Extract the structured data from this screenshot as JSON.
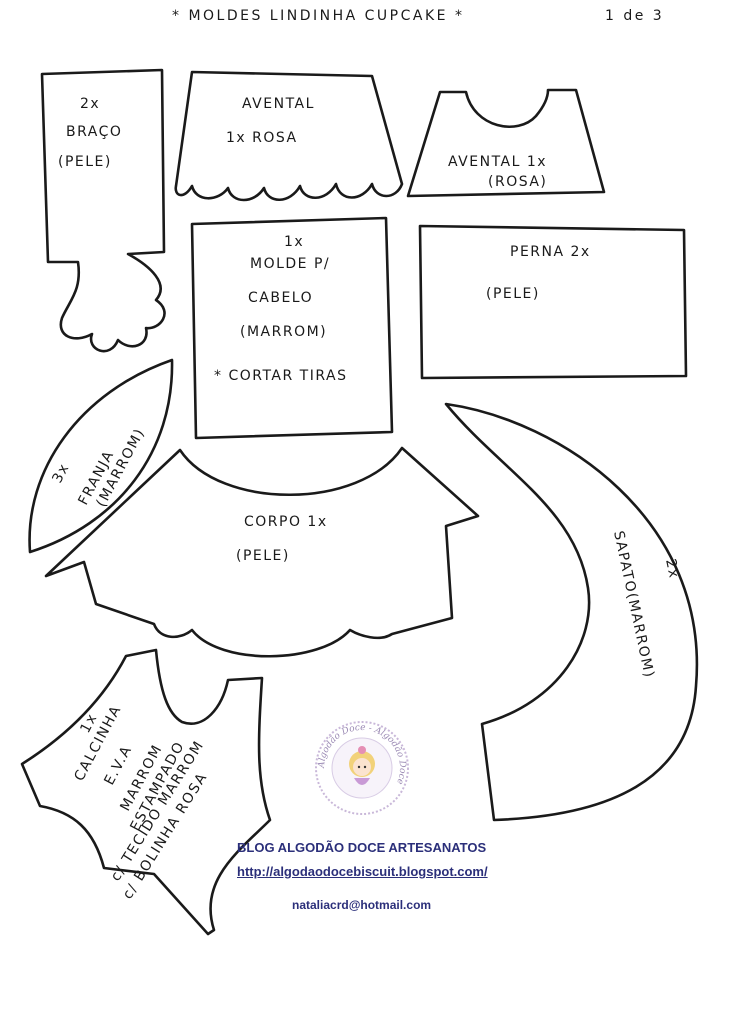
{
  "header": {
    "title": "* MOLDES LINDINHA CUPCAKE *",
    "page": "1 de 3"
  },
  "pieces": {
    "braco": {
      "qty": "2x",
      "name": "BRAÇO",
      "color": "(PELE)"
    },
    "avental_saia": {
      "line1": "AVENTAL",
      "line2": "1x ROSA"
    },
    "avental_peito": {
      "line1": "AVENTAL 1x",
      "line2": "(ROSA)"
    },
    "cabelo": {
      "line1": "1x",
      "line2": "MOLDE P/",
      "line3": "CABELO",
      "line4": "(MARROM)",
      "line5": "* CORTAR TIRAS"
    },
    "perna": {
      "line1": "PERNA 2x",
      "line2": "(PELE)"
    },
    "franja": {
      "line1": "3x",
      "line2": "FRANJA",
      "line3": "(MARROM)"
    },
    "corpo": {
      "line1": "CORPO 1x",
      "line2": "(PELE)"
    },
    "sapato": {
      "line1": "2x",
      "line2": "SAPATO(MARROM)"
    },
    "calcinha": {
      "line1": "1x",
      "line2": "CALCINHA",
      "line3": "E.V.A",
      "line4": "MARROM",
      "line5": "ESTAMPADO",
      "line6": "c/ TECIDO MARROM",
      "line7": "c/ BOLINHA ROSA"
    }
  },
  "seal": {
    "text": "Algodão Doce - Algodão Doce"
  },
  "footer": {
    "blog_name": "BLOG ALGODÃO DOCE ARTESANATOS",
    "blog_url": "http://algodaodocebiscuit.blogspot.com/",
    "email": "nataliacrd@hotmail.com"
  },
  "colors": {
    "ink": "#1a1a1a",
    "footer_text": "#2b2f7a",
    "seal_ring": "#c9b8d9"
  }
}
